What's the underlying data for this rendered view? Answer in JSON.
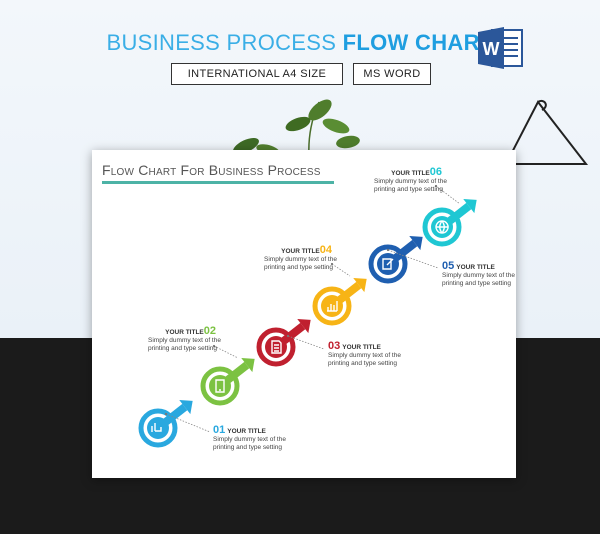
{
  "header": {
    "title_light": "BUSINESS PROCESS",
    "title_bold": "FLOW CHART",
    "badge_size": "INTERNATIONAL A4 SIZE",
    "badge_format": "MS WORD",
    "word_logo_letter": "W"
  },
  "document": {
    "title": "Flow Chart For Business Process",
    "underline_color": "#4db3a6"
  },
  "steps": [
    {
      "number": "01",
      "title": "YOUR TITLE",
      "line1": "Simply dummy text of  the",
      "line2": "printing and type setting",
      "color": "#29a8df",
      "icon": "hand-touch-icon"
    },
    {
      "number": "02",
      "title": "YOUR TITLE",
      "line1": "Simply dummy text of  the",
      "line2": "printing and type setting",
      "color": "#7cc242",
      "icon": "tablet-icon"
    },
    {
      "number": "03",
      "title": "YOUR TITLE",
      "line1": "Simply dummy text of  the",
      "line2": "printing and type setting",
      "color": "#c0202f",
      "icon": "document-icon"
    },
    {
      "number": "04",
      "title": "YOUR TITLE",
      "line1": "Simply dummy text of  the",
      "line2": "printing and type setting",
      "color": "#f7b416",
      "icon": "chart-icon"
    },
    {
      "number": "05",
      "title": "YOUR TITLE",
      "line1": "Simply dummy text of  the",
      "line2": "printing and type setting",
      "color": "#1f5fb0",
      "icon": "edit-icon"
    },
    {
      "number": "06",
      "title": "YOUR TITLE",
      "line1": "Simply dummy text of  the",
      "line2": "printing and type setting",
      "color": "#1fc7d3",
      "icon": "globe-icon"
    }
  ],
  "colors": {
    "headline": "#1f9ee0",
    "bottom_band": "#1b1b1b",
    "word_blue": "#2b579a"
  }
}
